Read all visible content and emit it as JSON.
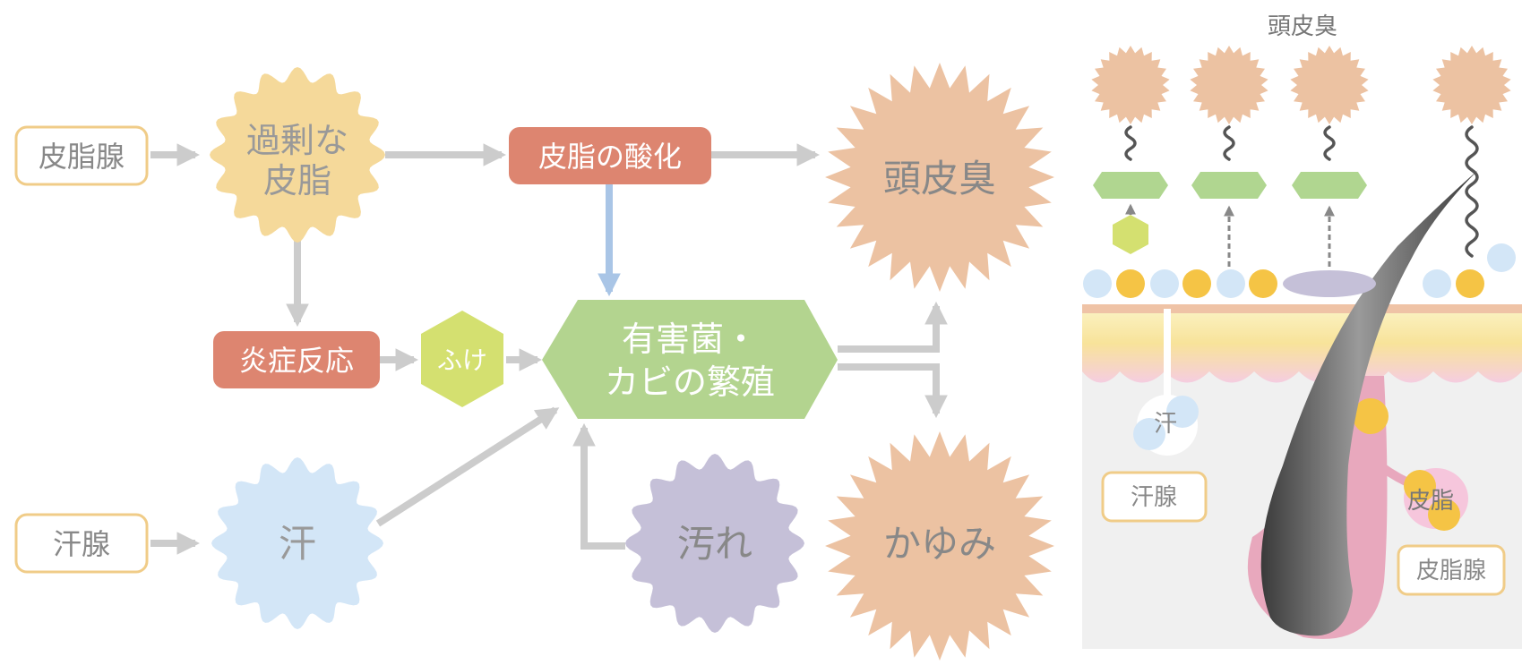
{
  "flow": {
    "sebaceous_gland": "皮脂腺",
    "excess_sebum_line1": "過剰な",
    "excess_sebum_line2": "皮脂",
    "sebum_oxidation": "皮脂の酸化",
    "scalp_odor": "頭皮臭",
    "inflammation": "炎症反応",
    "dandruff": "ふけ",
    "bacteria_line1": "有害菌・",
    "bacteria_line2": "カビの繁殖",
    "sweat_gland": "汗腺",
    "sweat": "汗",
    "dirt": "汚れ",
    "itch": "かゆみ"
  },
  "scalp_illustration": {
    "odor_label": "頭皮臭",
    "sweat_label": "汗",
    "sweat_gland_label": "汗腺",
    "sebum_label": "皮脂",
    "sebaceous_gland_label": "皮脂腺"
  },
  "colors": {
    "gland_border": "#f0cc88",
    "excess_sebum": "#f5d99a",
    "oxidation_box": "#dd8570",
    "odor_burst": "#ecc2a2",
    "dandruff_hex": "#d4e070",
    "bacteria_hex": "#b3d48f",
    "sweat_burst": "#d3e6f7",
    "dirt_burst": "#c5c0d8",
    "flow_arrow": "#cccccc",
    "oxidation_arrow": "#a9c5e6",
    "molecule_green": "#b0d690",
    "sebum_yellow": "#f5c445",
    "sweat_blue": "#d3e6f7",
    "hair": "#555555",
    "skin_pink": "#e8a8bd"
  }
}
